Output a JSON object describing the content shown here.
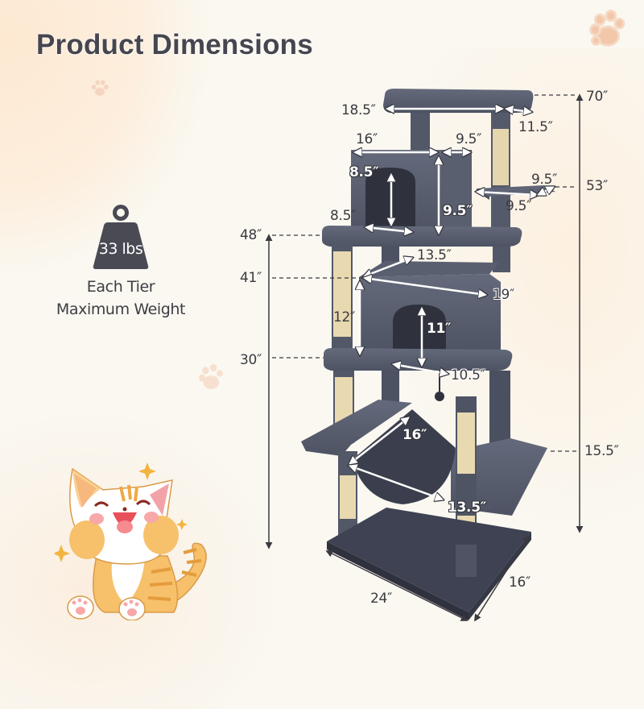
{
  "title": "Product Dimensions",
  "weight": {
    "value": "33 lbs",
    "caption_line1": "Each Tier",
    "caption_line2": "Maximum Weight",
    "icon": "weight-icon"
  },
  "heights": {
    "total": "70″",
    "tier_53": "53″",
    "tier_48": "48″",
    "tier_41": "41″",
    "tier_30": "30″",
    "tier_15_5": "15.5″"
  },
  "top_perch": {
    "length": "18.5″",
    "width": "11.5″"
  },
  "upper_condo": {
    "length": "16″",
    "width": "9.5″",
    "height": "9.5″",
    "door_height": "8.5″",
    "door_width": "8.5″"
  },
  "side_step": {
    "length": "9.5″",
    "width": "9.5″"
  },
  "lower_condo": {
    "depth": "13.5″",
    "length": "19″",
    "height": "12″",
    "door_height": "11″",
    "door_width": "10.5″"
  },
  "hammock": {
    "length": "16″",
    "width": "13.5″"
  },
  "base": {
    "length": "24″",
    "width": "16″"
  },
  "colors": {
    "background": "#faf8f1",
    "title_text": "#46464f",
    "plush_gray": "#5b6070",
    "plush_dark": "#3f4352",
    "sisal": "#e7d9b4",
    "paw_print": "#f3c5a5",
    "cat_orange": "#f5b449"
  },
  "decorations": {
    "paw_icons": [
      "paw-icon-top-right",
      "paw-icon-upper-left",
      "paw-icon-mid",
      "paw-icon-left"
    ],
    "mascot": "cat-mascot"
  }
}
